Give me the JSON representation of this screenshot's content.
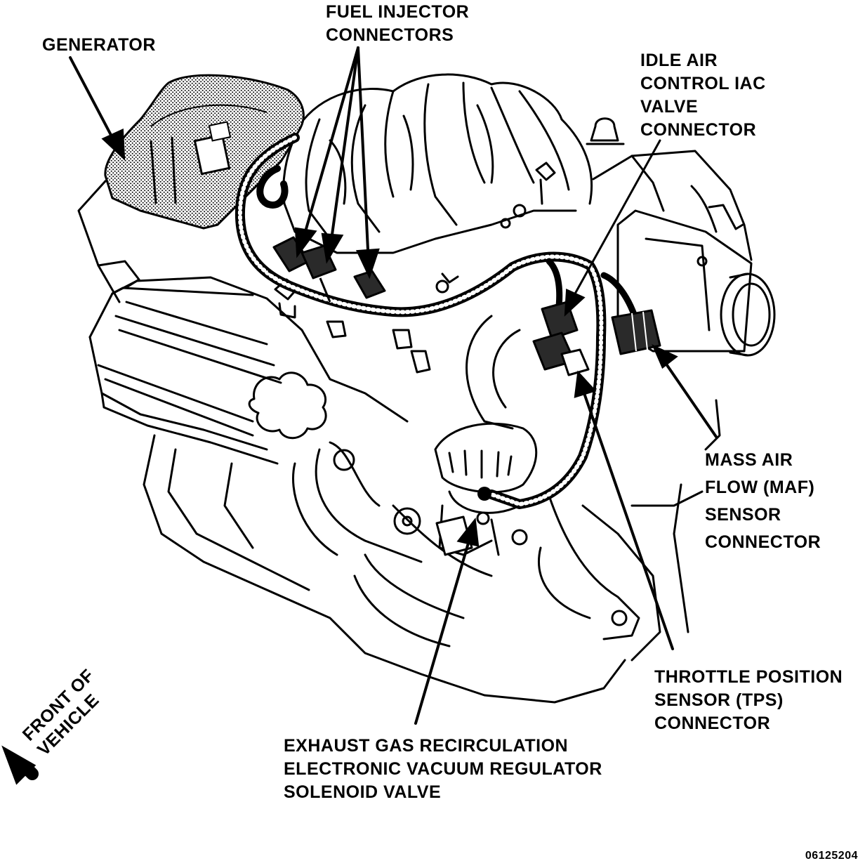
{
  "labels": {
    "generator": [
      "GENERATOR"
    ],
    "fuel_injector": [
      "FUEL INJECTOR",
      "CONNECTORS"
    ],
    "iac": [
      "IDLE AIR",
      "CONTROL IAC",
      "VALVE",
      "CONNECTOR"
    ],
    "maf": [
      "MASS AIR",
      "FLOW (MAF)",
      "SENSOR",
      "CONNECTOR"
    ],
    "tps": [
      "THROTTLE POSITION",
      "SENSOR (TPS)",
      "CONNECTOR"
    ],
    "egr": [
      "EXHAUST GAS RECIRCULATION",
      "ELECTRONIC VACUUM REGULATOR",
      "SOLENOID VALVE"
    ],
    "front": [
      "FRONT OF",
      "VEHICLE"
    ]
  },
  "figure_code": "06125204",
  "colors": {
    "ink": "#000000",
    "paper": "#ffffff",
    "generator_shading": "#8a8a8a"
  }
}
